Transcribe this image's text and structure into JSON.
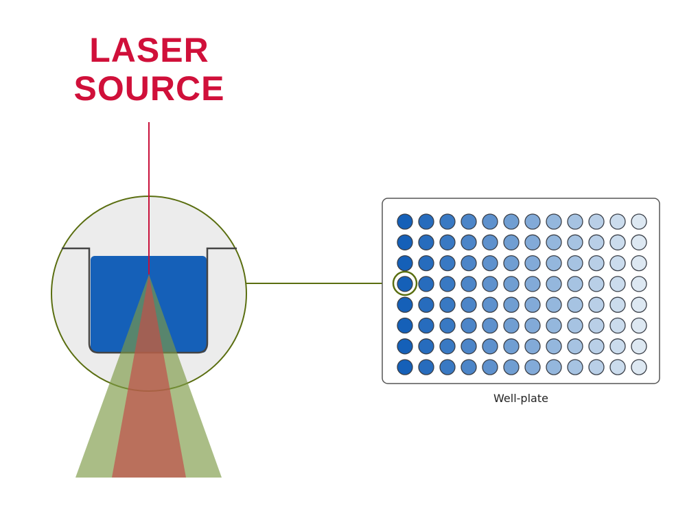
{
  "title_line1": "LASER",
  "title_line2": "SOURCE",
  "plate_label": "Well-plate",
  "plate": {
    "rows": 8,
    "columns": 12,
    "highlighted_row": 4,
    "highlighted_column": 1
  },
  "colors": {
    "title": "#d0103a",
    "laser_line": "#c8103a",
    "outline_green": "#5a6e10",
    "liquid": "#1560b8",
    "cone_green": "#8fa860",
    "cone_red": "#c0604a",
    "well_dark": "#1560b8",
    "well_light": "#dde8f2"
  }
}
